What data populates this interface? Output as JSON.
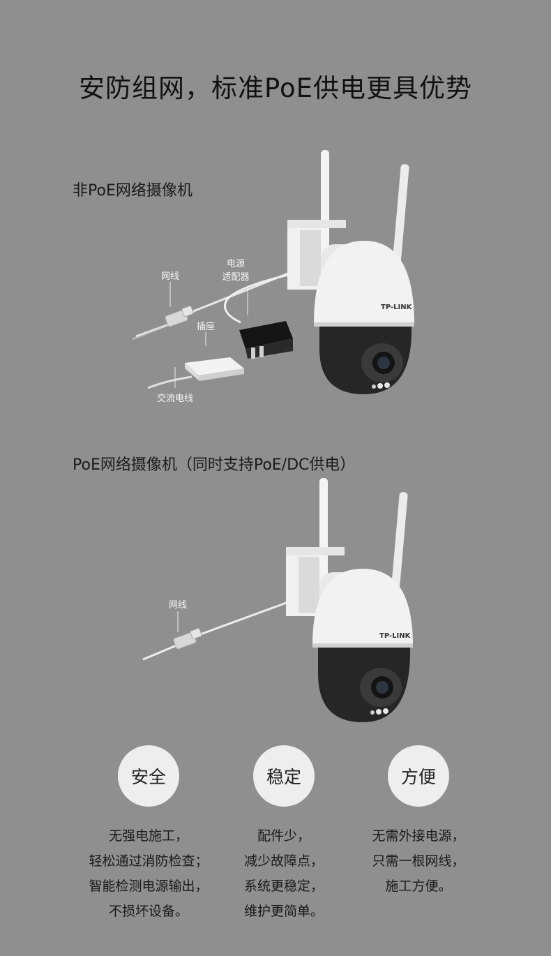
{
  "title": "安防组网，标准PoE供电更具优势",
  "section1": {
    "title": "非PoE网络摄像机",
    "labels": {
      "network_cable": "网线",
      "adapter_line1": "电源",
      "adapter_line2": "适配器",
      "socket": "插座",
      "ac_cable": "交流电线"
    },
    "brand": "TP-LINK"
  },
  "section2": {
    "title": "PoE网络摄像机（同时支持PoE/DC供电）",
    "labels": {
      "network_cable": "网线"
    },
    "brand": "TP-LINK"
  },
  "features": [
    {
      "title": "安全",
      "lines": [
        "无强电施工，",
        "轻松通过消防检查；",
        "智能检测电源输出，",
        "不损坏设备。"
      ]
    },
    {
      "title": "稳定",
      "lines": [
        "配件少，",
        "减少故障点，",
        "系统更稳定，",
        "维护更简单。"
      ]
    },
    {
      "title": "方便",
      "lines": [
        "无需外接电源，",
        "只需一根网线，",
        "施工方便。"
      ]
    }
  ]
}
